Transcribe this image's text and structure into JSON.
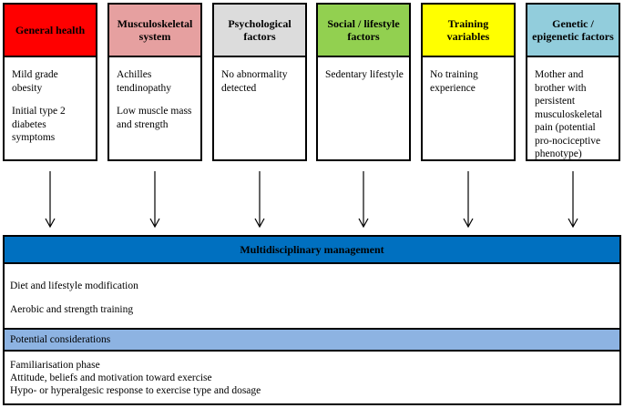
{
  "columns": [
    {
      "title": "General health",
      "color": "#ff0000",
      "items": [
        "Mild grade obesity",
        "Initial type 2 diabetes symptoms"
      ]
    },
    {
      "title": "Musculoskeletal system",
      "color": "#e6a0a0",
      "items": [
        "Achilles tendinopathy",
        "Low muscle  mass and strength"
      ]
    },
    {
      "title": "Psychological factors",
      "color": "#dcdcdc",
      "items": [
        "No abnormality detected"
      ]
    },
    {
      "title": "Social / lifestyle factors",
      "color": "#92d050",
      "items": [
        "Sedentary lifestyle"
      ]
    },
    {
      "title": "Training variables",
      "color": "#ffff00",
      "items": [
        "No training experience"
      ]
    },
    {
      "title": "Genetic / epigenetic factors",
      "color": "#92cddc",
      "items": [
        "Mother and brother with persistent musculoskeletal pain (potential pro-nociceptive phenotype)"
      ]
    }
  ],
  "management": {
    "title": "Multidisciplinary management",
    "items": [
      "Diet and lifestyle modification",
      "Aerobic and strength training"
    ],
    "considerations_title": "Potential considerations",
    "considerations": [
      "Familiarisation phase",
      "Attitude, beliefs and motivation toward exercise",
      "Hypo- or hyperalgesic response to exercise type and dosage"
    ]
  }
}
